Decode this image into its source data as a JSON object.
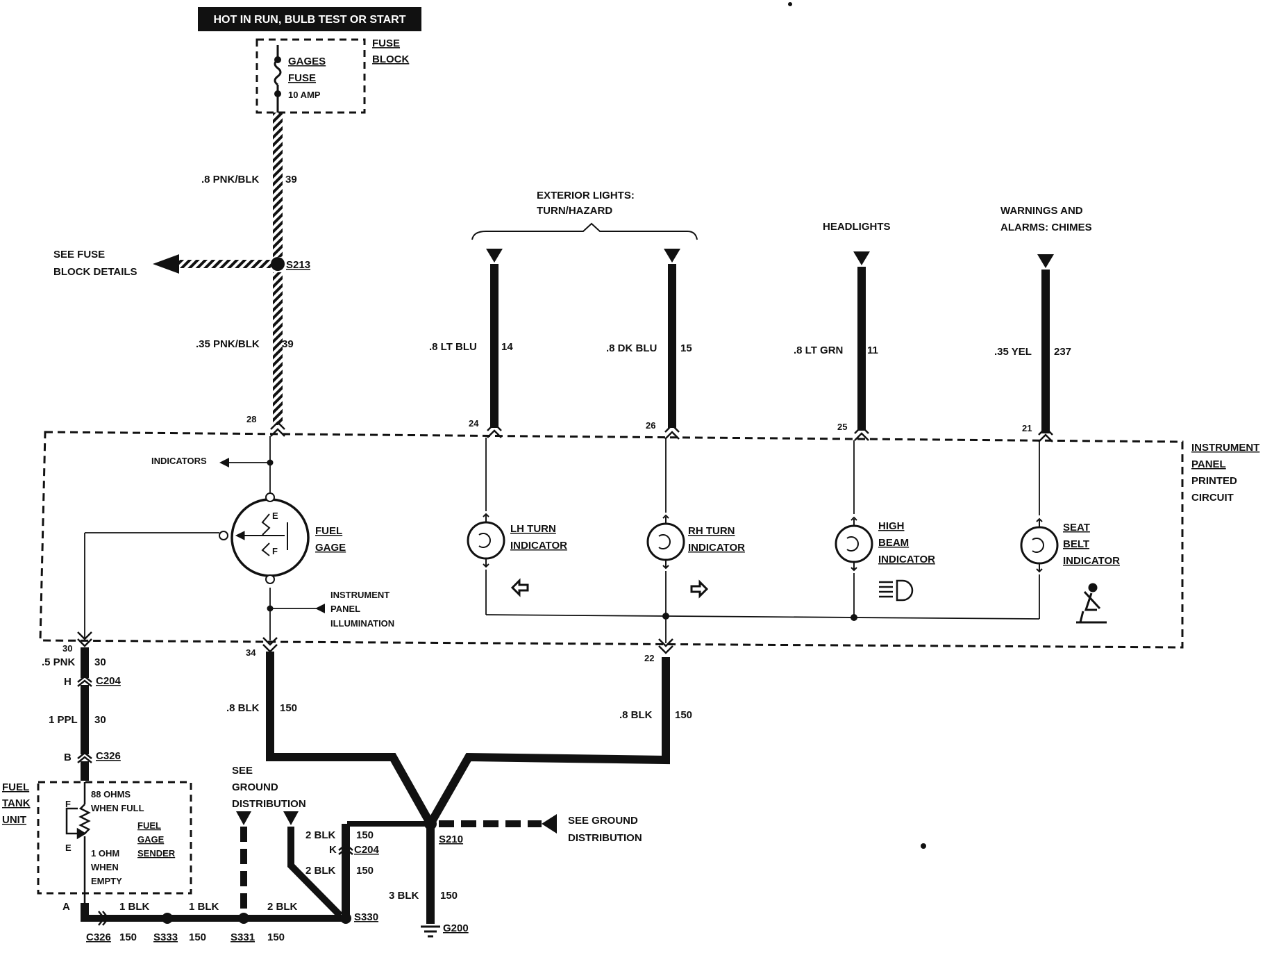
{
  "header": {
    "power": "HOT IN RUN, BULB TEST OR START"
  },
  "fuse_block": {
    "label_1": "FUSE",
    "label_2": "BLOCK",
    "fuse_name_1": "GAGES",
    "fuse_name_2": "FUSE",
    "rating": "10 AMP"
  },
  "fuse_details": {
    "line1": "SEE FUSE",
    "line2": "BLOCK DETAILS"
  },
  "wires": {
    "w39a_size": ".8 PNK/BLK",
    "w39a_num": "39",
    "w39b_size": ".35 PNK/BLK",
    "w39b_num": "39",
    "w14_size": ".8 LT BLU",
    "w14_num": "14",
    "w15_size": ".8 DK BLU",
    "w15_num": "15",
    "w11_size": ".8 LT GRN",
    "w11_num": "11",
    "w237_size": ".35 YEL",
    "w237_num": "237",
    "w30a_size": ".5 PNK",
    "w30a_num": "30",
    "w30b_size": "1 PPL",
    "w30b_num": "30",
    "w150a_size": ".8 BLK",
    "w150a_num": "150",
    "w150b_size": ".8 BLK",
    "w150b_num": "150",
    "w150c_size": "2 BLK",
    "w150c_num": "150",
    "w150d_size": "2 BLK",
    "w150d_num": "150",
    "w150e_size": "3 BLK",
    "w150e_num": "150",
    "bot1_size": "1 BLK",
    "bot1_num": "150",
    "bot2_size": "1 BLK",
    "bot2_num": "150",
    "bot3_size": "2 BLK",
    "bot3_num": "150"
  },
  "splices": {
    "s213": "S213",
    "s210": "S210",
    "s330": "S330",
    "s331": "S331",
    "s333": "S333",
    "g200": "G200"
  },
  "connectors": {
    "c204": "C204",
    "c326": "C326",
    "c204k": "C204",
    "c326a": "C326",
    "pin_h": "H",
    "pin_b": "B",
    "pin_k": "K",
    "pin_a": "A"
  },
  "terminals": {
    "t28": "28",
    "t24": "24",
    "t26": "26",
    "t25": "25",
    "t21": "21",
    "t30": "30",
    "t34": "34",
    "t22": "22"
  },
  "destinations": {
    "ext_lights_1": "EXTERIOR LIGHTS:",
    "ext_lights_2": "TURN/HAZARD",
    "headlights": "HEADLIGHTS",
    "warn_1": "WARNINGS AND",
    "warn_2": "ALARMS: CHIMES"
  },
  "ipc": {
    "l1": "INSTRUMENT",
    "l2": "PANEL",
    "l3": "PRINTED",
    "l4": "CIRCUIT"
  },
  "components": {
    "indicators": "INDICATORS",
    "fuel_gage_1": "FUEL",
    "fuel_gage_2": "GAGE",
    "gage_e": "E",
    "gage_f": "F",
    "ip_illum_1": "INSTRUMENT",
    "ip_illum_2": "PANEL",
    "ip_illum_3": "ILLUMINATION",
    "lh_1": "LH TURN",
    "lh_2": "INDICATOR",
    "rh_1": "RH TURN",
    "rh_2": "INDICATOR",
    "hb_1": "HIGH",
    "hb_2": "BEAM",
    "hb_3": "INDICATOR",
    "sb_1": "SEAT",
    "sb_2": "BELT",
    "sb_3": "INDICATOR"
  },
  "fuel_tank": {
    "unit_1": "FUEL",
    "unit_2": "TANK",
    "unit_3": "UNIT",
    "full_1": "88 OHMS",
    "full_2": "WHEN FULL",
    "sender_1": "FUEL",
    "sender_2": "GAGE",
    "sender_3": "SENDER",
    "empty_1": "1 OHM",
    "empty_2": "WHEN",
    "empty_3": "EMPTY",
    "pin_f": "F",
    "pin_e": "E"
  },
  "ground_dist": {
    "left_1": "SEE",
    "left_2": "GROUND",
    "left_3": "DISTRIBUTION",
    "right_1": "SEE GROUND",
    "right_2": "DISTRIBUTION"
  }
}
